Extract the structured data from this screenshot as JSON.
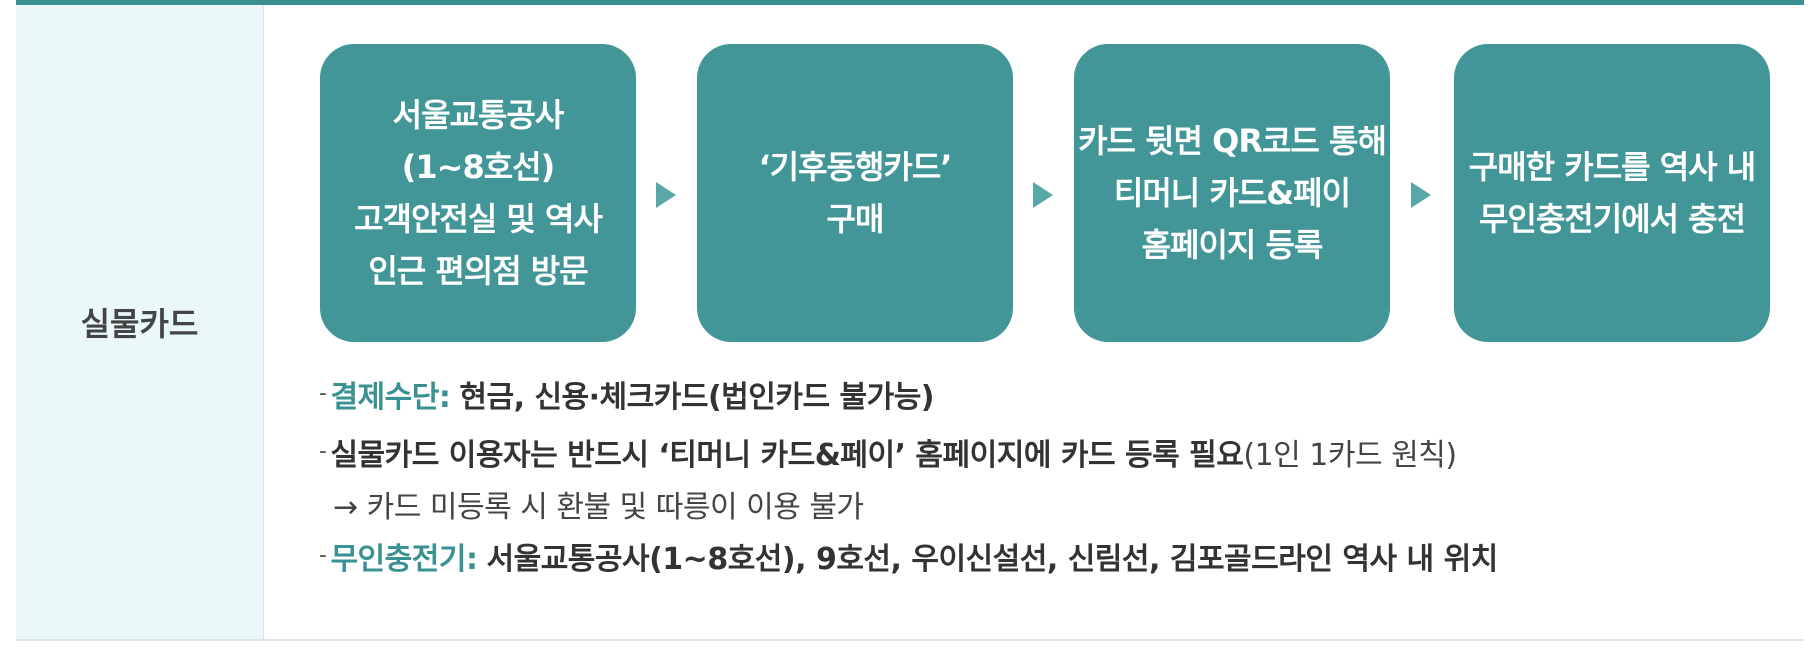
{
  "row_header": "실물카드",
  "steps": [
    "서울교통공사\n(1~8호선)\n고객안전실 및 역사\n인근 편의점 방문",
    "‘기후동행카드’\n구매",
    "카드 뒷면 QR코드 통해\n티머니 카드&페이\n홈페이지 등록",
    "구매한 카드를 역사 내\n무인충전기에서 충전"
  ],
  "notes": {
    "payment_label": "결제수단:",
    "payment_text": "현금, 신용·체크카드(법인카드 불가능)",
    "registration_text": "실물카드 이용자는 반드시 ‘티머니 카드&페이’ 홈페이지에 카드 등록 필요",
    "registration_note": "(1인 1카드 원칙)",
    "registration_sub": "→ 카드 미등록 시 환불 및 따릉이 이용 불가",
    "charger_label": "무인충전기:",
    "charger_text": "서울교통공사(1~8호선), 9호선, 우이신설선, 신림선, 김포골드라인 역사 내 위치"
  },
  "colors": {
    "accent": "#3a8f90",
    "step_bg": "#439697",
    "header_bg": "#eaf8f9"
  }
}
